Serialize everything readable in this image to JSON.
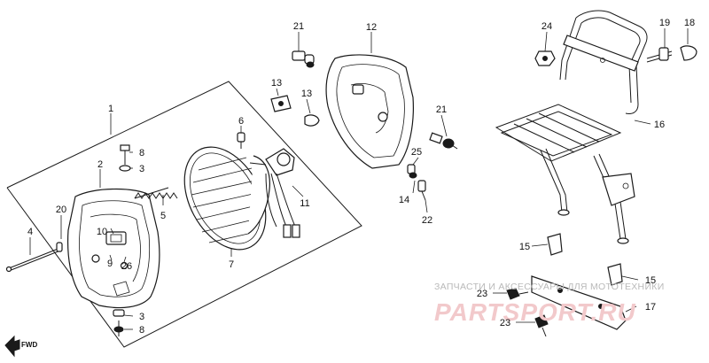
{
  "diagram": {
    "labels": [
      "1",
      "2",
      "3",
      "4",
      "5",
      "6",
      "7",
      "8",
      "9",
      "10",
      "11",
      "12",
      "13",
      "14",
      "15",
      "16",
      "17",
      "18",
      "19",
      "20",
      "21",
      "22",
      "23",
      "24",
      "25",
      "26"
    ]
  },
  "forward_marker": "FWD",
  "watermark": {
    "caption": "ЗАПЧАСТИ И АКСЕССУАРЫ ДЛЯ МОТОТЕХНИКИ",
    "brand": "PARTSPORT.RU"
  }
}
